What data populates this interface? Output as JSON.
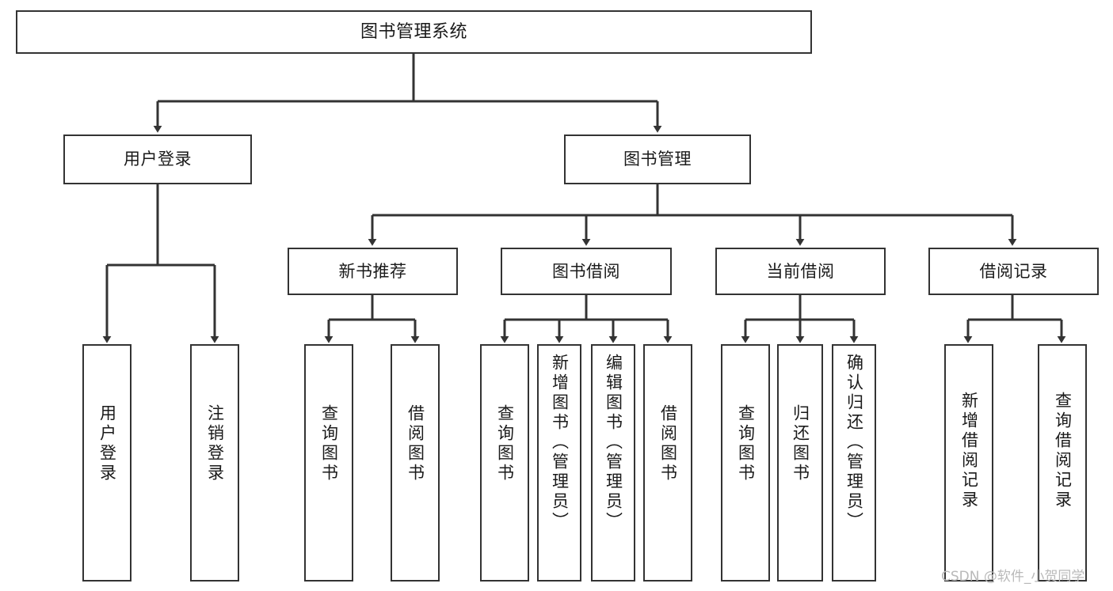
{
  "diagram": {
    "type": "tree",
    "title": "图书管理系统",
    "orientation": "top-down",
    "colors": {
      "box_border": "#333333",
      "box_fill": "#ffffff",
      "edge": "#333333",
      "text": "#1a1a1a",
      "watermark": "#b9b9b9"
    },
    "root": {
      "label": "图书管理系统"
    },
    "level1": [
      {
        "label": "用户登录"
      },
      {
        "label": "图书管理"
      }
    ],
    "level2": [
      {
        "label": "新书推荐"
      },
      {
        "label": "图书借阅"
      },
      {
        "label": "当前借阅"
      },
      {
        "label": "借阅记录"
      }
    ],
    "leaves": {
      "user_login": [
        {
          "label": "用户登录"
        },
        {
          "label": "注销登录"
        }
      ],
      "new_book_recommend": [
        {
          "label": "查询图书"
        },
        {
          "label": "借阅图书"
        }
      ],
      "book_borrow": [
        {
          "label": "查询图书"
        },
        {
          "label": "新增图书（管理员）"
        },
        {
          "label": "编辑图书（管理员）"
        },
        {
          "label": "借阅图书"
        }
      ],
      "current_borrow": [
        {
          "label": "查询图书"
        },
        {
          "label": "归还图书"
        },
        {
          "label": "确认归还（管理员）"
        }
      ],
      "borrow_record": [
        {
          "label": "新增借阅记录"
        },
        {
          "label": "查询借阅记录"
        }
      ]
    }
  },
  "watermark": {
    "text": "CSDN @软件_小贺同学"
  }
}
